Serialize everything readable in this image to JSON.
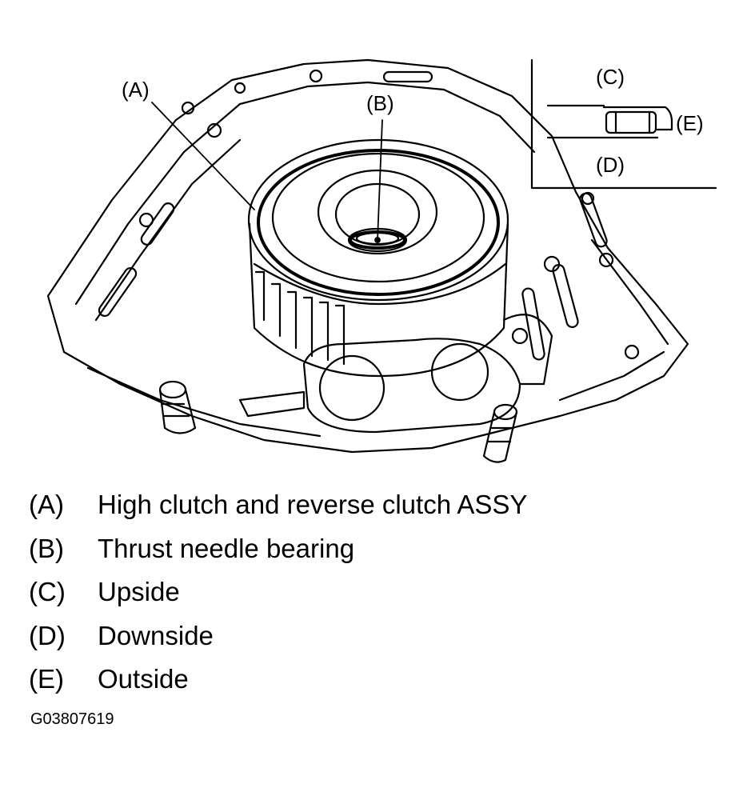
{
  "callouts": {
    "a": "(A)",
    "b": "(B)",
    "c": "(C)",
    "d": "(D)",
    "e": "(E)"
  },
  "legend": [
    {
      "key": "(A)",
      "text": "High clutch and reverse clutch ASSY"
    },
    {
      "key": "(B)",
      "text": "Thrust needle bearing"
    },
    {
      "key": "(C)",
      "text": "Upside"
    },
    {
      "key": "(D)",
      "text": "Downside"
    },
    {
      "key": "(E)",
      "text": "Outside"
    }
  ],
  "figure_code": "G03807619"
}
